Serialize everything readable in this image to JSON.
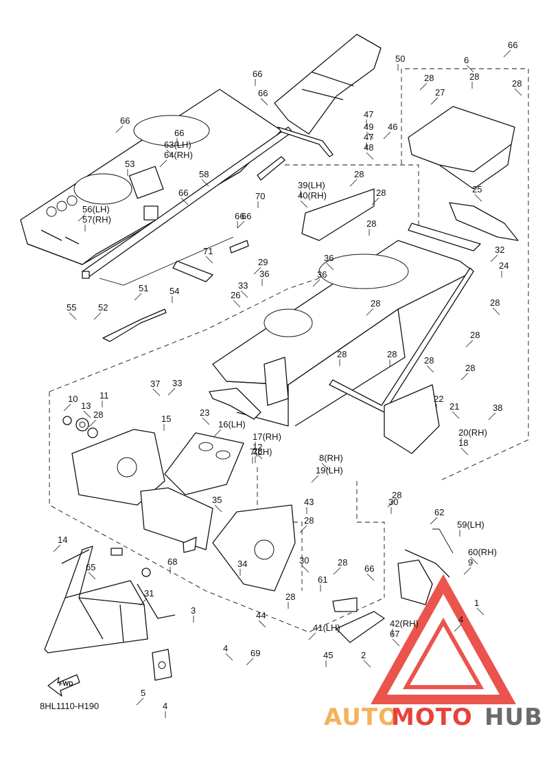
{
  "diagram_code": "8HL1110-H190",
  "forward_marker": "FWD",
  "watermark": {
    "brand_part1": "AUTO",
    "brand_part2": "MOTO",
    "brand_part3": "HUB",
    "colors": {
      "orange": "#f3b25a",
      "red": "#e8423a",
      "gray": "#6b6b6b"
    }
  },
  "callouts": [
    "66",
    "66",
    "66",
    "66",
    "66",
    "63(LH)",
    "64(RH)",
    "53",
    "58",
    "56(LH)",
    "57(RH)",
    "66",
    "66",
    "70",
    "71",
    "51",
    "54",
    "55",
    "52",
    "50",
    "6",
    "28",
    "28",
    "28",
    "27",
    "47",
    "49",
    "46",
    "47",
    "48",
    "28",
    "39(LH)",
    "40(RH)",
    "28",
    "28",
    "25",
    "32",
    "24",
    "36",
    "29",
    "36",
    "33",
    "36",
    "66",
    "26",
    "28",
    "28",
    "28",
    "28",
    "28",
    "28",
    "28",
    "22",
    "21",
    "38",
    "28",
    "37",
    "33",
    "15",
    "23",
    "16(LH)",
    "17(RH)",
    "12",
    "10",
    "11",
    "13",
    "28",
    "7(LH)",
    "8(RH)",
    "19(LH)",
    "20(RH)",
    "18",
    "28",
    "30",
    "35",
    "28",
    "43",
    "66",
    "62",
    "59(LH)",
    "60(RH)",
    "9",
    "34",
    "30",
    "28",
    "61",
    "1",
    "14",
    "68",
    "65",
    "31",
    "28",
    "44",
    "41(LH)",
    "42(RH)",
    "67",
    "4",
    "3",
    "4",
    "69",
    "45",
    "2",
    "5",
    "4"
  ]
}
